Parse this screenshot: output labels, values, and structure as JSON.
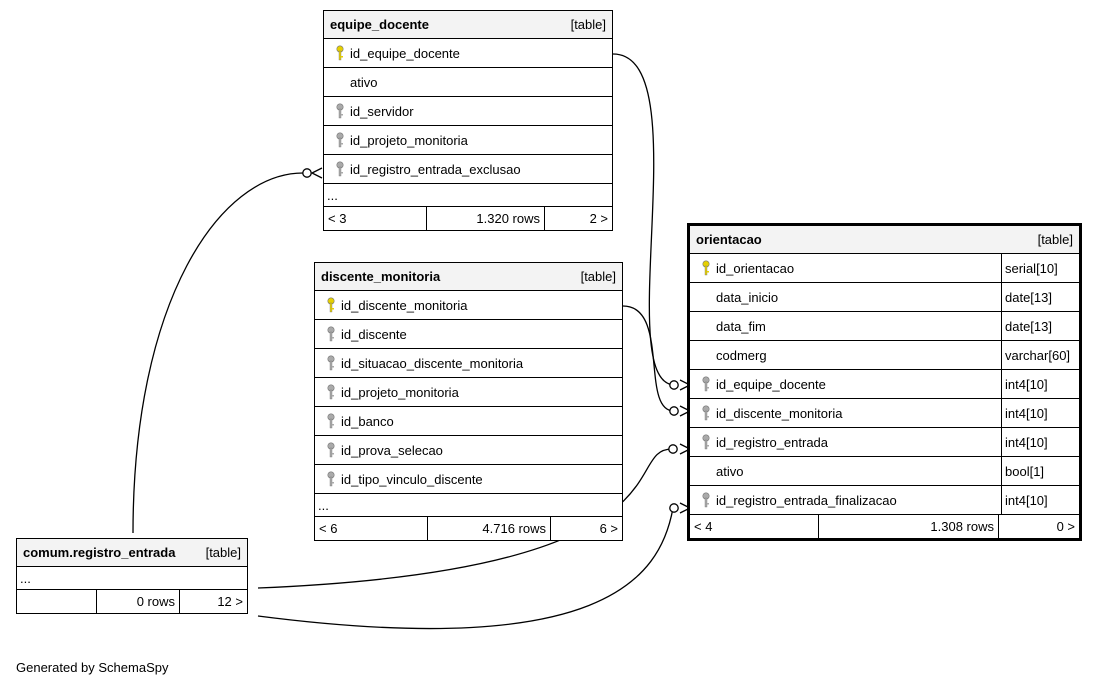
{
  "tables": {
    "equipe_docente": {
      "name": "equipe_docente",
      "kind": "[table]",
      "columns": [
        {
          "name": "id_equipe_docente",
          "key": "primary"
        },
        {
          "name": "ativo",
          "key": "none"
        },
        {
          "name": "id_servidor",
          "key": "foreign"
        },
        {
          "name": "id_projeto_monitoria",
          "key": "foreign"
        },
        {
          "name": "id_registro_entrada_exclusao",
          "key": "foreign"
        }
      ],
      "ellipsis": "...",
      "footer": {
        "left": "< 3",
        "rows": "1.320 rows",
        "right": "2 >"
      }
    },
    "discente_monitoria": {
      "name": "discente_monitoria",
      "kind": "[table]",
      "columns": [
        {
          "name": "id_discente_monitoria",
          "key": "primary"
        },
        {
          "name": "id_discente",
          "key": "foreign"
        },
        {
          "name": "id_situacao_discente_monitoria",
          "key": "foreign"
        },
        {
          "name": "id_projeto_monitoria",
          "key": "foreign"
        },
        {
          "name": "id_banco",
          "key": "foreign"
        },
        {
          "name": "id_prova_selecao",
          "key": "foreign"
        },
        {
          "name": "id_tipo_vinculo_discente",
          "key": "foreign"
        }
      ],
      "ellipsis": "...",
      "footer": {
        "left": "< 6",
        "rows": "4.716 rows",
        "right": "6 >"
      }
    },
    "orientacao": {
      "name": "orientacao",
      "kind": "[table]",
      "columns": [
        {
          "name": "id_orientacao",
          "type": "serial[10]",
          "key": "primary"
        },
        {
          "name": "data_inicio",
          "type": "date[13]",
          "key": "none"
        },
        {
          "name": "data_fim",
          "type": "date[13]",
          "key": "none"
        },
        {
          "name": "codmerg",
          "type": "varchar[60]",
          "key": "none"
        },
        {
          "name": "id_equipe_docente",
          "type": "int4[10]",
          "key": "foreign"
        },
        {
          "name": "id_discente_monitoria",
          "type": "int4[10]",
          "key": "foreign"
        },
        {
          "name": "id_registro_entrada",
          "type": "int4[10]",
          "key": "foreign"
        },
        {
          "name": "ativo",
          "type": "bool[1]",
          "key": "none"
        },
        {
          "name": "id_registro_entrada_finalizacao",
          "type": "int4[10]",
          "key": "foreign"
        }
      ],
      "footer": {
        "left": "< 4",
        "rows": "1.308 rows",
        "right": "0 >"
      }
    },
    "registro_entrada": {
      "name": "comum.registro_entrada",
      "kind": "[table]",
      "ellipsis": "...",
      "footer": {
        "left": "",
        "rows": "0 rows",
        "right": "12 >"
      }
    }
  },
  "key_colors": {
    "primary": "#e6d000",
    "foreign": "#aaaaaa"
  },
  "generated_by": "Generated by SchemaSpy"
}
